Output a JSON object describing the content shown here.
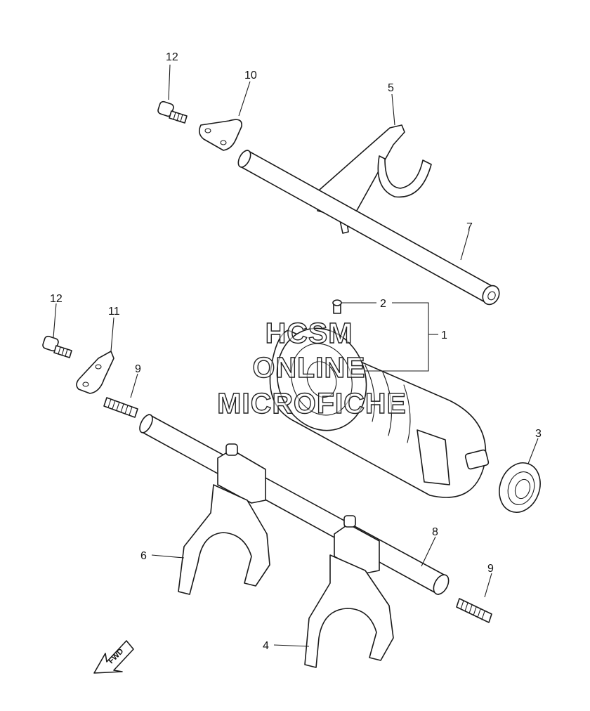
{
  "watermark": {
    "line1": "HCSM",
    "line2": "ONLINE",
    "line3": "MICROFICHE"
  },
  "direction_badge": "FWD",
  "callouts": [
    {
      "id": "12a",
      "text": "12",
      "part": "screw"
    },
    {
      "id": "10",
      "text": "10",
      "part": "stopper-plate"
    },
    {
      "id": "5",
      "text": "5",
      "part": "shift-fork"
    },
    {
      "id": "7",
      "text": "7",
      "part": "fork-guide-bar"
    },
    {
      "id": "2",
      "text": "2",
      "part": "dowel-pin"
    },
    {
      "id": "1",
      "text": "1",
      "part": "shift-cam-assembly"
    },
    {
      "id": "12b",
      "text": "12",
      "part": "screw"
    },
    {
      "id": "11",
      "text": "11",
      "part": "stopper-plate"
    },
    {
      "id": "9a",
      "text": "9",
      "part": "spring"
    },
    {
      "id": "3",
      "text": "3",
      "part": "bearing"
    },
    {
      "id": "8",
      "text": "8",
      "part": "fork-guide-bar"
    },
    {
      "id": "6",
      "text": "6",
      "part": "shift-fork"
    },
    {
      "id": "9b",
      "text": "9",
      "part": "spring"
    },
    {
      "id": "4",
      "text": "4",
      "part": "shift-fork"
    }
  ]
}
